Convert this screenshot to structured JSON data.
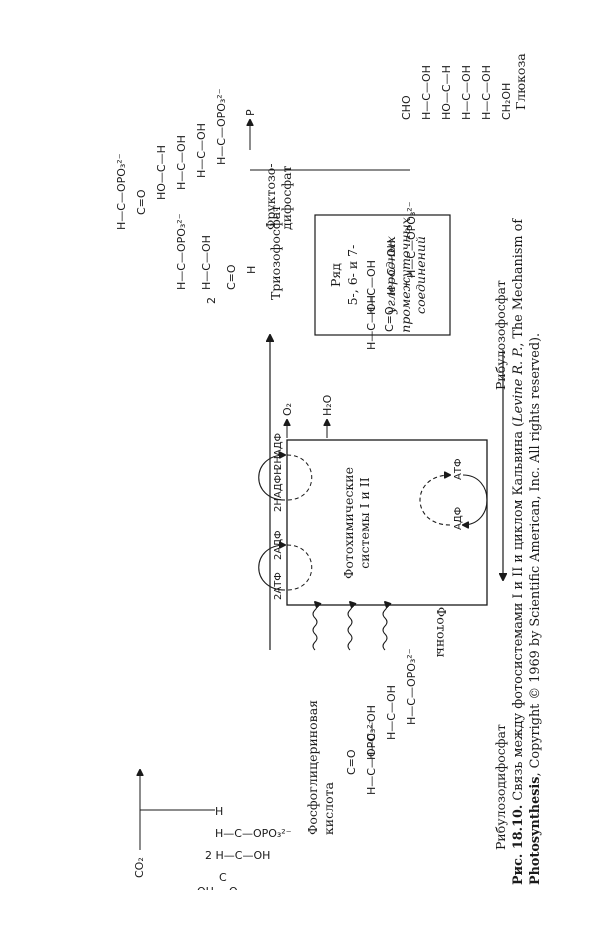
{
  "caption": {
    "prefix": "Рис. 18.10.",
    "text1": "Связь между фотосистемами I и II и циклом Кальвина (",
    "author": "Levine R. P.",
    "text2": ", The Mechanism of",
    "line2a": "Photosynthesis",
    "line2b": ", Copyright © 1969 by Scientific American, Inc. All rights reserved)."
  },
  "box": {
    "line1": "Фотохимические",
    "line2": "системы I и II"
  },
  "cofactors": {
    "atp2": "2АТФ",
    "adp2": "2АДФ",
    "nadph2": "2НАДФН",
    "nadp2": "2НАДФ",
    "adp": "АДФ",
    "atp": "АТФ"
  },
  "photons": "Фотоны",
  "products": {
    "o2": "O₂",
    "h2o": "H₂O",
    "co2": "CO₂",
    "p": "P"
  },
  "compounds": {
    "pga": {
      "name1": "Фосфоглицериновая",
      "name2": "кислота"
    },
    "rubp": {
      "name": "Рибулозодифосфат"
    },
    "ru5p": {
      "name": "Рибулозофосфат"
    },
    "triose": {
      "name": "Триозофосфат",
      "coef": "2"
    },
    "fdp": {
      "name1": "Фруктозо-",
      "name2": "дифосфат"
    },
    "glucose": {
      "name": "Глюкоза"
    }
  },
  "series": {
    "line1": "Ряд",
    "line2": "5-, 6- и 7-",
    "line3": "углеродных",
    "line4": "промежуточных",
    "line5": "соединений"
  }
}
